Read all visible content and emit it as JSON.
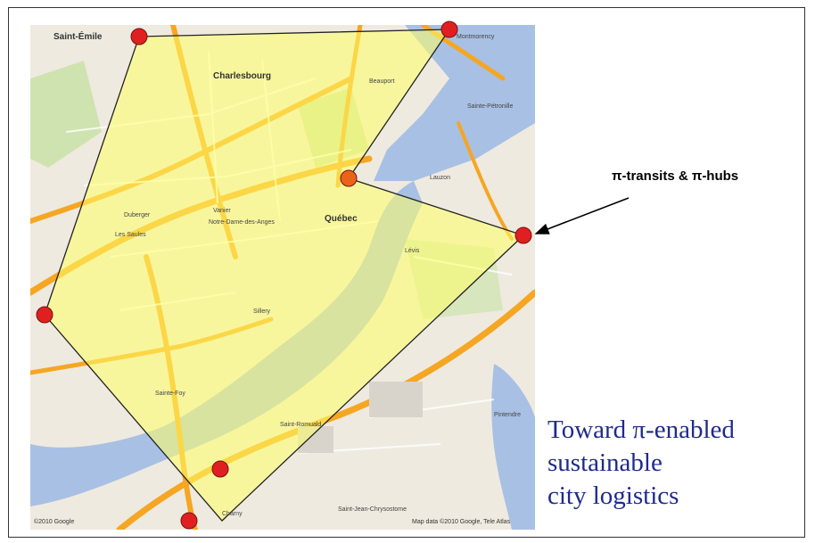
{
  "callout": {
    "text": "π-transits & π-hubs"
  },
  "caption": {
    "lines": [
      "Toward π-enabled",
      "sustainable",
      "city logistics"
    ]
  },
  "map": {
    "attribution_left": "©2010 Google",
    "attribution_right": "Map data ©2010 Google, Tele Atlas",
    "labels": {
      "saint_emile": "Saint-Émile",
      "charlesbourg": "Charlesbourg",
      "quebec": "Québec",
      "levis": "Lévis",
      "sillery": "Sillery",
      "beauport": "Beauport",
      "vanier": "Vanier",
      "lauzon": "Lauzon",
      "sainte_foy": "Sainte-Foy",
      "saint_romuald": "Saint-Romuald",
      "charny": "Charny",
      "saint_jean": "Saint-Jean-Chrysostome",
      "montmorency": "Montmorency",
      "les_saules": "Les Saules",
      "duberger": "Duberger",
      "notre_dame": "Notre-Dame-des-Anges",
      "sainte_petronille": "Sainte-Pétronille",
      "pintendre": "Pintendre"
    }
  },
  "hubs": [
    {
      "id": "north-west",
      "color": "#e02020"
    },
    {
      "id": "north-east",
      "color": "#e02020"
    },
    {
      "id": "old-port",
      "color": "#e8641a"
    },
    {
      "id": "east-levis",
      "color": "#e02020"
    },
    {
      "id": "west",
      "color": "#e02020"
    },
    {
      "id": "south",
      "color": "#e02020"
    },
    {
      "id": "south-center",
      "color": "#e02020"
    }
  ],
  "colors": {
    "zone_fill": "#ffff66",
    "water": "#a8c0e4",
    "highway": "#f5a623",
    "caption_text": "#1f2a8c"
  }
}
